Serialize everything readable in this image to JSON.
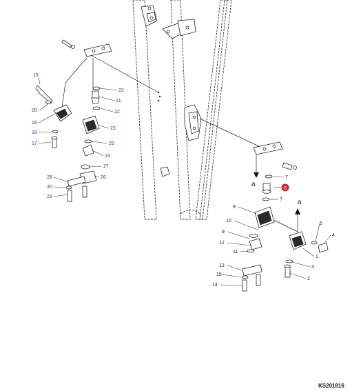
{
  "figure_code": "KS201816",
  "reference_letters": {
    "a_left": "a",
    "a_right": "a"
  },
  "highlighted_part": "6",
  "highlight_color": "#d8232a",
  "callouts": [
    {
      "id": "c19",
      "label": "19"
    },
    {
      "id": "c20",
      "label": "20"
    },
    {
      "id": "c16",
      "label": "16"
    },
    {
      "id": "c18",
      "label": "18"
    },
    {
      "id": "c17",
      "label": "17"
    },
    {
      "id": "c22a",
      "label": "22"
    },
    {
      "id": "c21",
      "label": "21"
    },
    {
      "id": "c22b",
      "label": "22"
    },
    {
      "id": "c23",
      "label": "23"
    },
    {
      "id": "c25",
      "label": "25"
    },
    {
      "id": "c24",
      "label": "24"
    },
    {
      "id": "c27",
      "label": "27"
    },
    {
      "id": "c26",
      "label": "26"
    },
    {
      "id": "c28",
      "label": "28"
    },
    {
      "id": "c30",
      "label": "30"
    },
    {
      "id": "c29",
      "label": "29"
    },
    {
      "id": "c7a",
      "label": "7"
    },
    {
      "id": "c7b",
      "label": "7"
    },
    {
      "id": "c8",
      "label": "8"
    },
    {
      "id": "c10",
      "label": "10"
    },
    {
      "id": "c9",
      "label": "9"
    },
    {
      "id": "c12",
      "label": "12"
    },
    {
      "id": "c11",
      "label": "11"
    },
    {
      "id": "c13",
      "label": "13"
    },
    {
      "id": "c15",
      "label": "15"
    },
    {
      "id": "c14",
      "label": "14"
    },
    {
      "id": "c5",
      "label": "5"
    },
    {
      "id": "c4",
      "label": "4"
    },
    {
      "id": "c1",
      "label": "1"
    },
    {
      "id": "c3",
      "label": "3"
    },
    {
      "id": "c2",
      "label": "2"
    }
  ]
}
